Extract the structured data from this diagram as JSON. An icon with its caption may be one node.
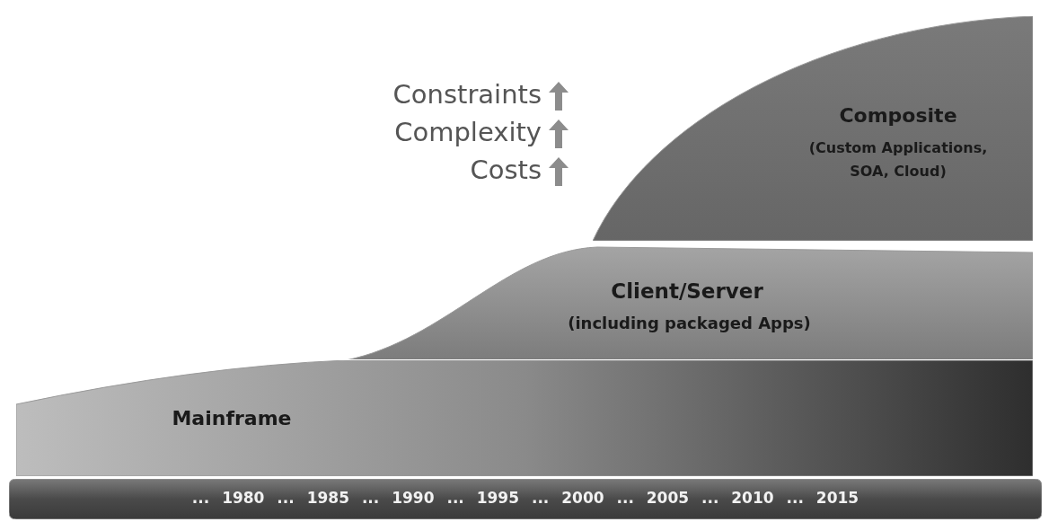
{
  "diagram": {
    "nodes": [
      {
        "text": [
          "Mainframe"
        ]
      },
      {
        "text": [
          "Client/Server",
          "(including packaged Apps)"
        ]
      },
      {
        "text": [
          "Composite",
          "(Custom Applications, SOA, Cloud)"
        ]
      },
      {
        "text": [
          "... 1980 ... 1985 ... 1990 ... 1995 ... 2000 ... 2005 ... 2010 ... 2015"
        ]
      }
    ],
    "edges": [],
    "labels": [
      "Constraints",
      "Complexity",
      "Costs"
    ]
  }
}
